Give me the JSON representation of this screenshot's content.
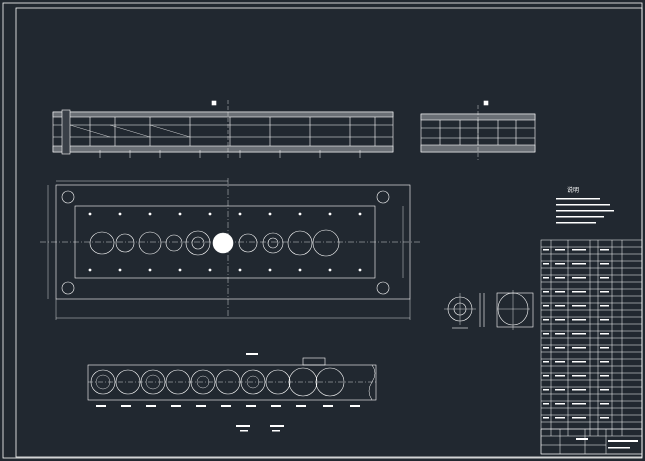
{
  "drawing": {
    "background": "#212830",
    "line_color": "#ffffff",
    "accent_color": "#ff3030",
    "notes_title": "说明",
    "views": [
      "front-section-view",
      "side-section-view",
      "plan-view",
      "part-detail-circle",
      "part-detail-ellipse",
      "bottom-strip-view",
      "parts-list-table",
      "title-block"
    ]
  }
}
